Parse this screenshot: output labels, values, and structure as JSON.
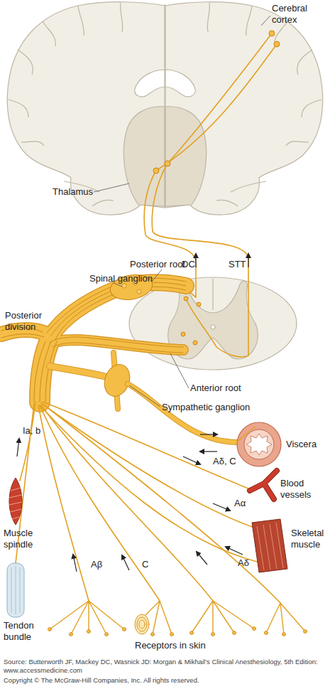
{
  "diagram": {
    "labels": [
      "Cerebral cortex",
      "Thalamus",
      "DC",
      "STT",
      "Posterior root",
      "Spinal ganglion",
      "Posterior division",
      "Anterior root",
      "Sympathetic ganglion",
      "Viscera",
      "Aδ, C",
      "Blood vessels",
      "Ia, b",
      "Muscle spindle",
      "Aα",
      "Skeletal muscle",
      "Aδ",
      "Aβ",
      "C",
      "Tendon bundle",
      "Receptors in skin",
      "Source: Butterworth JF, Mackey DC, Wasnick JD: Morgan & Mikhail's Clinical Anesthesiology, 5th Edition: www.accessmedicine.com",
      "Copyright © The McGraw-Hill Companies, Inc. All rights reserved."
    ]
  }
}
